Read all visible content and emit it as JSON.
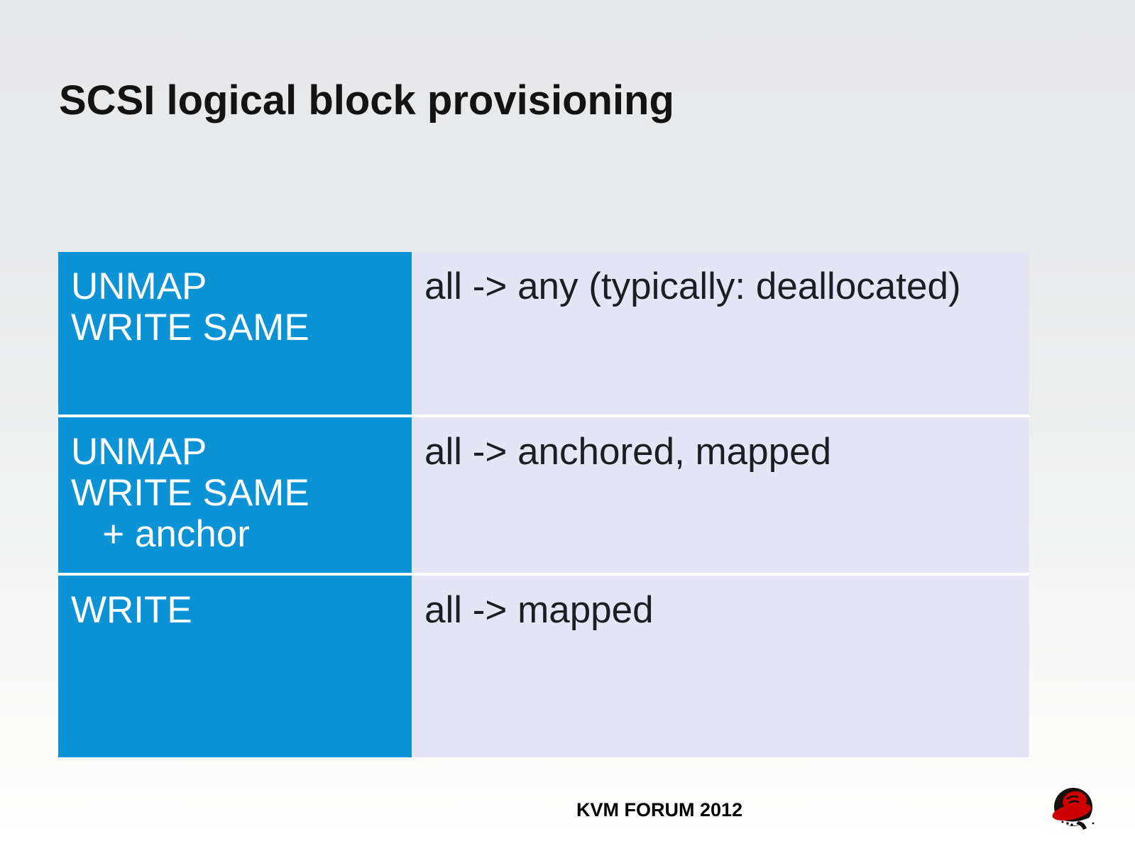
{
  "slide": {
    "title": "SCSI logical block provisioning",
    "footer": "KVM FORUM 2012"
  },
  "table": {
    "rows": [
      {
        "left": "UNMAP\nWRITE SAME",
        "right": "all -> any (typically: deallocated)"
      },
      {
        "left": "UNMAP\nWRITE SAME\n   + anchor",
        "right": "all -> anchored, mapped"
      },
      {
        "left": "WRITE",
        "right": "all -> mapped"
      }
    ]
  },
  "logo": {
    "name": "red-hat-shadowman-logo"
  },
  "colors": {
    "accent_blue": "#0c93d6",
    "lavender": "#e5e5f6",
    "background_top": "#e7e8ea",
    "background_bottom": "#fefefe",
    "title_text": "#131313",
    "left_cell_text": "#ffffff",
    "right_cell_text": "#1c1e24",
    "logo_red": "#cc0000",
    "logo_black": "#170f0e"
  }
}
